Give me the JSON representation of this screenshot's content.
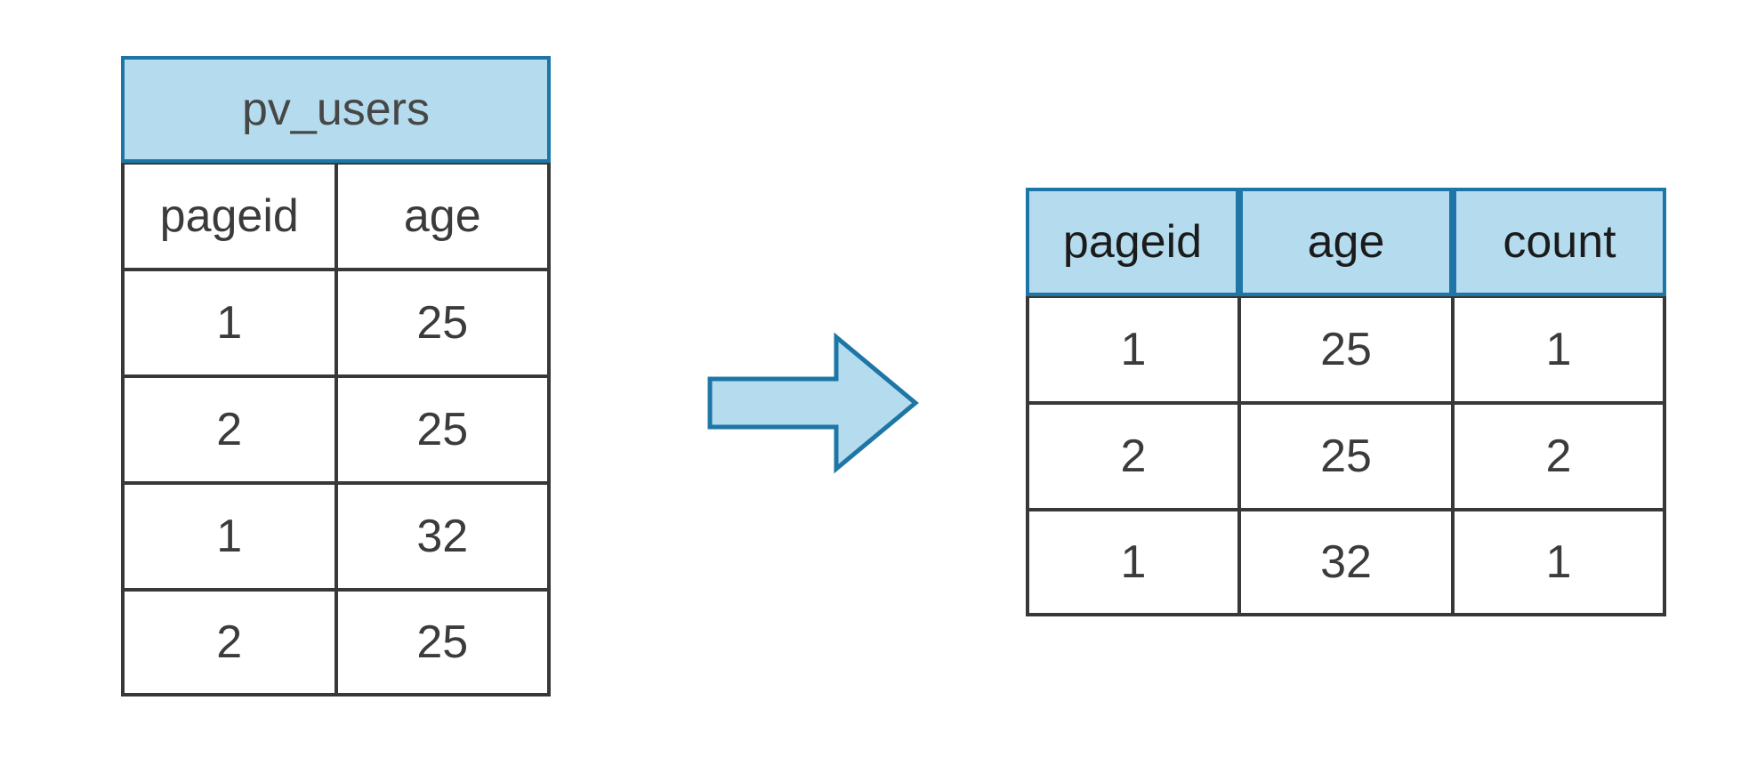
{
  "colors": {
    "header_fill": "#b5dcee",
    "header_border": "#1d76a5",
    "grid_border": "#383838",
    "text": "#3b3b3b",
    "background": "#ffffff"
  },
  "left_table": {
    "title": "pv_users",
    "columns": [
      "pageid",
      "age"
    ],
    "rows": [
      [
        "1",
        "25"
      ],
      [
        "2",
        "25"
      ],
      [
        "1",
        "32"
      ],
      [
        "2",
        "25"
      ]
    ]
  },
  "arrow": {
    "direction": "right"
  },
  "right_table": {
    "columns": [
      "pageid",
      "age",
      "count"
    ],
    "rows": [
      [
        "1",
        "25",
        "1"
      ],
      [
        "2",
        "25",
        "2"
      ],
      [
        "1",
        "32",
        "1"
      ]
    ]
  }
}
